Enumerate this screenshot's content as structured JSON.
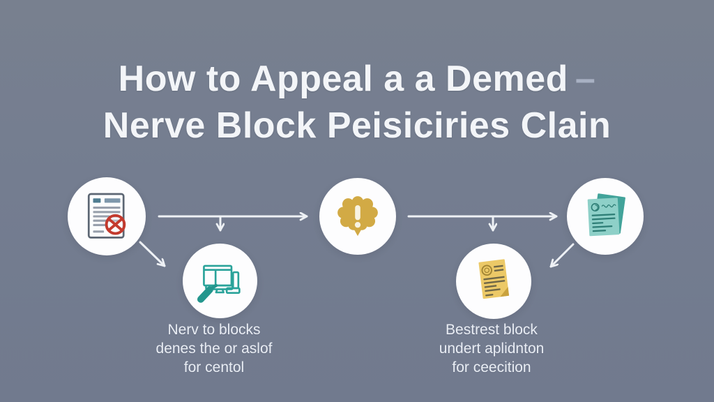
{
  "meta": {
    "type": "infographic-flowchart",
    "background_color": "#757e90"
  },
  "title": {
    "line1": "How to Appeal a a Demed",
    "dash": "–",
    "line2": "Nerve Block Peisiciries Clain",
    "text_color": "#f3f5f8",
    "dash_color": "#a8b1c3"
  },
  "flow": {
    "arrow_color": "#eef1f5",
    "node_background": "#fdfdfe",
    "nodes": [
      {
        "id": "denied-claim",
        "icon": "denied-document-icon",
        "accent_colors": [
          "#5c6673",
          "#4f7d91",
          "#c33a2e"
        ]
      },
      {
        "id": "online-submission",
        "icon": "computer-submission-icon",
        "accent_colors": [
          "#2aa39a"
        ]
      },
      {
        "id": "alert",
        "icon": "alert-badge-icon",
        "accent_colors": [
          "#d2aa45",
          "#f8f3e2"
        ]
      },
      {
        "id": "certificate",
        "icon": "certificate-document-icon",
        "accent_colors": [
          "#ecc967",
          "#a38634"
        ]
      },
      {
        "id": "appeal-papers",
        "icon": "stacked-papers-icon",
        "accent_colors": [
          "#42a39a",
          "#8ed0c8"
        ]
      }
    ],
    "captions": [
      {
        "lines": [
          "Nerv to blocks",
          "denes the or aslof",
          "for centol"
        ]
      },
      {
        "lines": [
          "Bestrest block",
          "undert aplidnton",
          "for ceecition"
        ]
      }
    ]
  }
}
